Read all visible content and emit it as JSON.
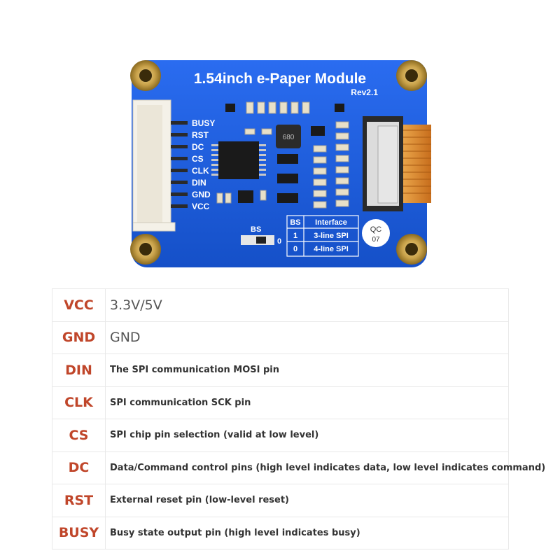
{
  "header": {
    "partial_text": "— ———— ——— ————"
  },
  "board": {
    "title": "1.54inch e-Paper Module",
    "revision": "Rev2.1",
    "pin_labels": [
      "BUSY",
      "RST",
      "DC",
      "CS",
      "CLK",
      "DIN",
      "GND",
      "VCC"
    ],
    "chip_marking": "680",
    "bs_label": "BS",
    "bs_zero": "0",
    "interface_table": {
      "headers": [
        "BS",
        "Interface"
      ],
      "rows": [
        [
          "1",
          "3-line SPI"
        ],
        [
          "0",
          "4-line SPI"
        ]
      ]
    },
    "qc_sticker": {
      "line1": "QC",
      "line2": "07"
    },
    "colors": {
      "pcb": "#1a5fd8",
      "silkscreen": "#ffffff",
      "brass": "#c9a24a",
      "fpc": "#d9892e"
    }
  },
  "pins": [
    {
      "name": "VCC",
      "desc": "3.3V/5V",
      "plain": true
    },
    {
      "name": "GND",
      "desc": "GND",
      "plain": true
    },
    {
      "name": "DIN",
      "desc": "The SPI communication MOSI pin"
    },
    {
      "name": "CLK",
      "desc": "SPI communication SCK pin"
    },
    {
      "name": "CS",
      "desc": "SPI chip pin selection (valid at low level)"
    },
    {
      "name": "DC",
      "desc": "Data/Command control pins (high level indicates data, low level indicates command)"
    },
    {
      "name": "RST",
      "desc": "External reset pin (low-level reset)"
    },
    {
      "name": "BUSY",
      "desc": "Busy state output pin (high level indicates busy)"
    }
  ],
  "colors": {
    "pin_name": "#c0462a",
    "border": "#e9e9e9"
  }
}
